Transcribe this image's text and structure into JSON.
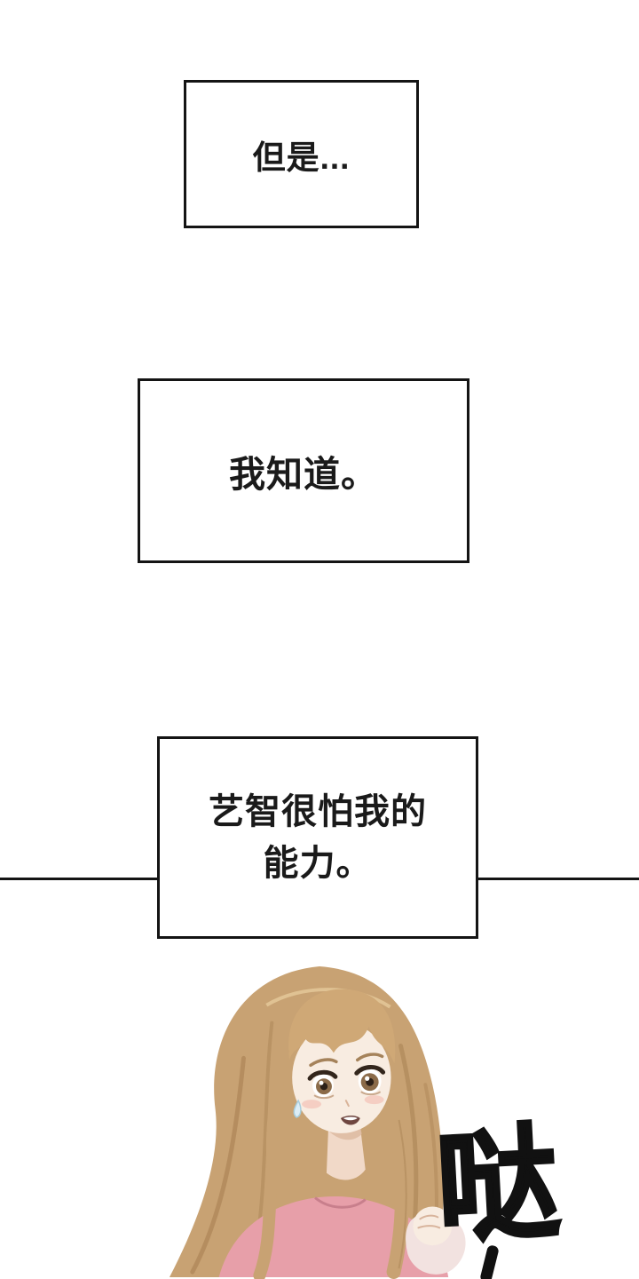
{
  "comic": {
    "captions": [
      {
        "text": "但是..."
      },
      {
        "text": "我知道。"
      },
      {
        "text": "艺智很怕我的",
        "text2": "能力。"
      }
    ],
    "sfx": "哒",
    "colors": {
      "background": "#ffffff",
      "panel_border": "#141414",
      "hair": "#c8a273",
      "hair_shadow": "#aa8355",
      "skin": "#f8ece1",
      "blush": "#f3b7ac",
      "clothing": "#e79fa9",
      "sfx_color": "#111111"
    }
  }
}
